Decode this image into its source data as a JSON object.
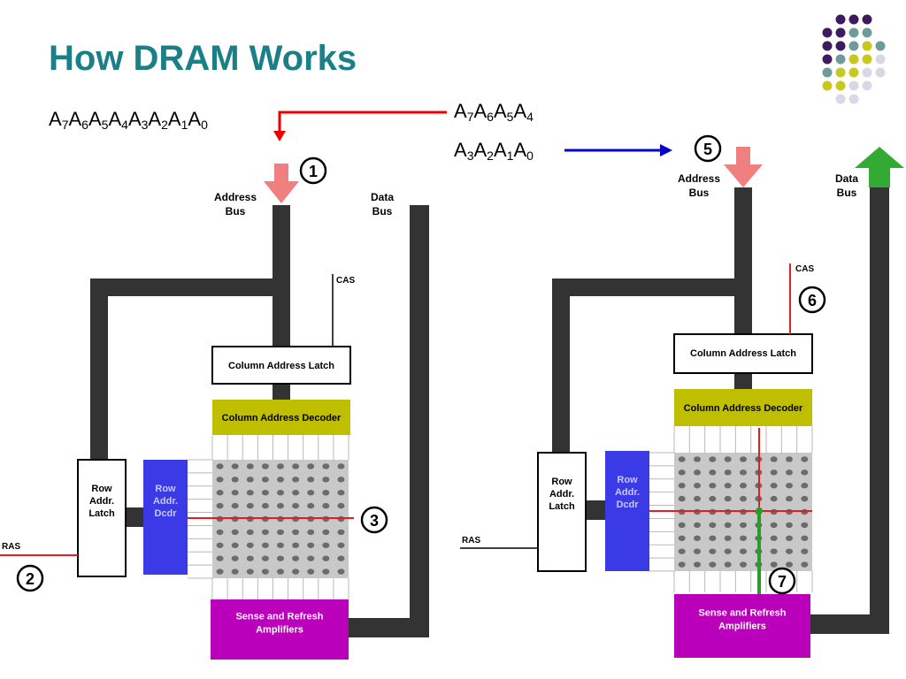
{
  "title": "How DRAM Works",
  "address_lines": {
    "full_address": [
      "A7",
      "A6",
      "A5",
      "A4",
      "A3",
      "A2",
      "A1",
      "A0"
    ],
    "high_bits": [
      "A7",
      "A6",
      "A5",
      "A4"
    ],
    "low_bits": [
      "A3",
      "A2",
      "A1",
      "A0"
    ]
  },
  "left_diagram": {
    "address_bus": "Address\nBus",
    "data_bus": "Data\nBus",
    "cas": "CAS",
    "ras": "RAS",
    "column_latch": "Column Address Latch",
    "column_decoder": "Column Address Decoder",
    "row_latch": "Row\nAddr.\nLatch",
    "row_decoder": "Row\nAddr.\nDcdr",
    "sense_amps": "Sense and Refresh\nAmplifiers",
    "step_markers": [
      "1",
      "2",
      "3"
    ]
  },
  "right_diagram": {
    "address_bus": "Address\nBus",
    "data_bus": "Data\nBus",
    "cas": "CAS",
    "ras": "RAS",
    "column_latch": "Column Address Latch",
    "column_decoder": "Column Address Decoder",
    "row_latch": "Row\nAddr.\nLatch",
    "row_decoder": "Row\nAddr.\nDcdr",
    "sense_amps": "Sense and Refresh\nAmplifiers",
    "step_markers": [
      "5",
      "6",
      "7"
    ]
  },
  "colors": {
    "title": "#1a7f86",
    "bus": "#333333",
    "decoder": "#bfbf00",
    "row_decoder": "#3a3ae6",
    "sense": "#bb00bb",
    "active_line": "#e02020",
    "arrow_red": "#ee0000",
    "arrow_blue": "#0000cc",
    "arrow_in": "#f08080",
    "arrow_out": "#33aa33",
    "read_path": "#2a9a2a",
    "dot_purple": "#3d1b5e",
    "dot_teal": "#6f9c9a",
    "dot_yellow": "#c8c81e",
    "dot_light": "#d8d8e6"
  }
}
